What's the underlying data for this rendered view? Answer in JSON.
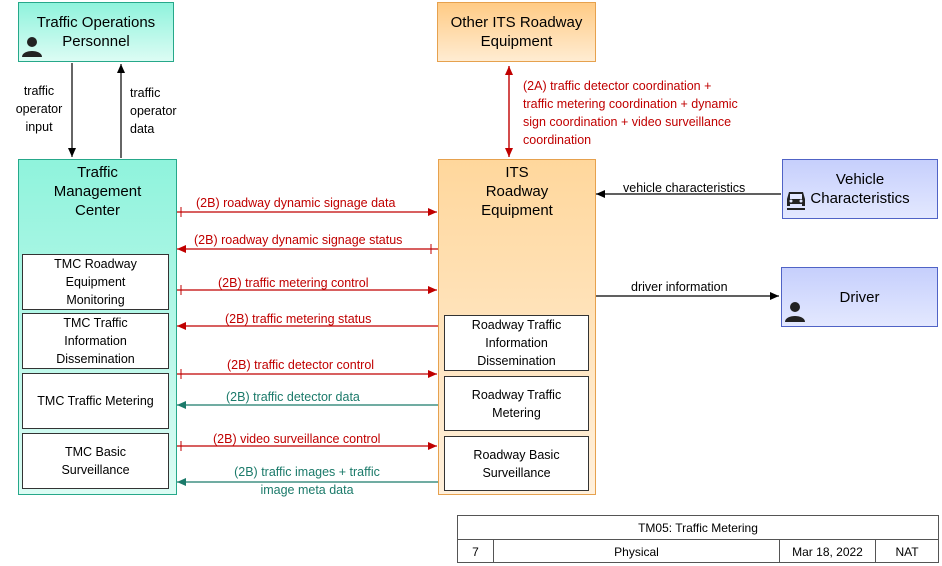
{
  "entities": {
    "traffic_ops": "Traffic Operations Personnel",
    "other_its": "Other ITS Roadway Equipment",
    "tmc": "Traffic Management Center",
    "its_roadway": "ITS Roadway Equipment",
    "vehicle": "Vehicle Characteristics",
    "driver": "Driver"
  },
  "tmc_subsystems": {
    "equipment_monitoring": "TMC Roadway Equipment Monitoring",
    "info_dissemination": "TMC Traffic Information Dissemination",
    "traffic_metering": "TMC Traffic Metering",
    "basic_surveillance": "TMC Basic Surveillance"
  },
  "roadway_subsystems": {
    "info_dissemination": "Roadway Traffic Information Dissemination",
    "traffic_metering": "Roadway Traffic Metering",
    "basic_surveillance": "Roadway Basic Surveillance"
  },
  "flows": {
    "operator_input": "traffic operator input",
    "operator_data": "traffic operator data",
    "coordination": "(2A) traffic detector coordination + traffic metering coordination + dynamic sign coordination + video surveillance coordination",
    "vehicle_characteristics": "vehicle characteristics",
    "driver_information": "driver information",
    "signage_data": "(2B) roadway dynamic signage data",
    "signage_status": "(2B) roadway dynamic signage status",
    "metering_control": "(2B) traffic metering control",
    "metering_status": "(2B) traffic metering status",
    "detector_control": "(2B) traffic detector control",
    "detector_data": "(2B) traffic detector data",
    "video_control": "(2B) video surveillance control",
    "traffic_images": "(2B) traffic images + traffic image meta data"
  },
  "footer": {
    "title": "TM05: Traffic Metering",
    "number": "7",
    "view": "Physical",
    "date": "Mar 18, 2022",
    "tag": "NAT"
  },
  "colors": {
    "flow_red": "#c00000",
    "flow_green": "#1b7a6a",
    "teal": "#8ff3dc",
    "orange": "#ffcb85",
    "blue": "#c6cffc"
  }
}
